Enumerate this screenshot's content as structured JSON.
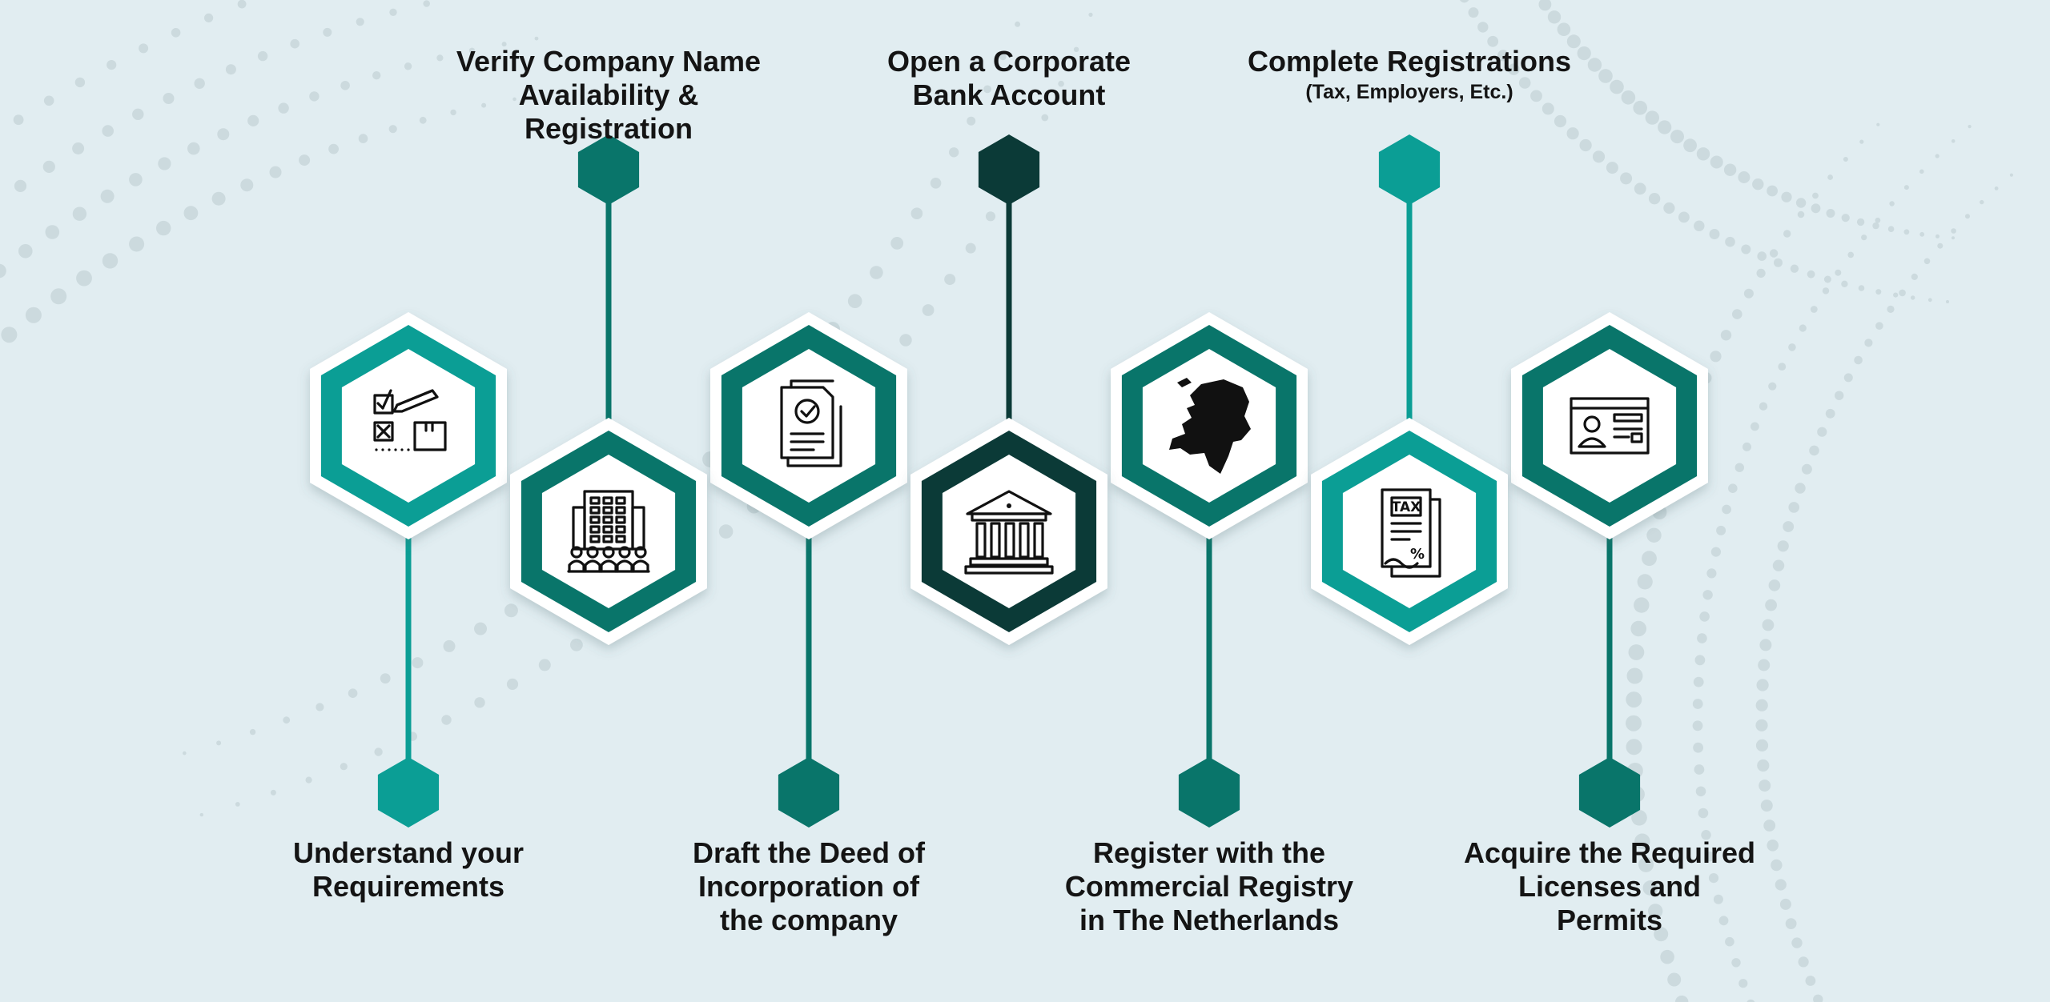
{
  "colors": {
    "background": "#e1edf1",
    "teal": "#0b9e95",
    "dark_teal": "#09756a",
    "darkest": "#0b3a37",
    "white": "#ffffff",
    "dots": "#ccdade"
  },
  "steps": [
    {
      "title_lines": [
        "Understand your",
        "Requirements"
      ],
      "subtitle": "",
      "icon": "checklist-pencil-icon",
      "color": "#0b9e95"
    },
    {
      "title_lines": [
        "Verify Company Name",
        "Availability & Registration"
      ],
      "subtitle": "",
      "icon": "office-building-icon",
      "color": "#09756a"
    },
    {
      "title_lines": [
        "Draft the Deed of",
        "Incorporation of",
        "the company"
      ],
      "subtitle": "",
      "icon": "certified-document-icon",
      "color": "#09756a"
    },
    {
      "title_lines": [
        "Open a Corporate",
        "Bank Account"
      ],
      "subtitle": "",
      "icon": "bank-icon",
      "color": "#0b3a37"
    },
    {
      "title_lines": [
        "Register with the",
        "Commercial Registry",
        "in The Netherlands"
      ],
      "subtitle": "",
      "icon": "netherlands-map-icon",
      "color": "#09756a"
    },
    {
      "title_lines": [
        "Complete Registrations"
      ],
      "subtitle": "(Tax, Employers, Etc.)",
      "icon": "tax-document-icon",
      "color": "#0b9e95"
    },
    {
      "title_lines": [
        "Acquire the Required",
        "Licenses and",
        "Permits"
      ],
      "subtitle": "",
      "icon": "id-card-icon",
      "color": "#09756a"
    }
  ]
}
